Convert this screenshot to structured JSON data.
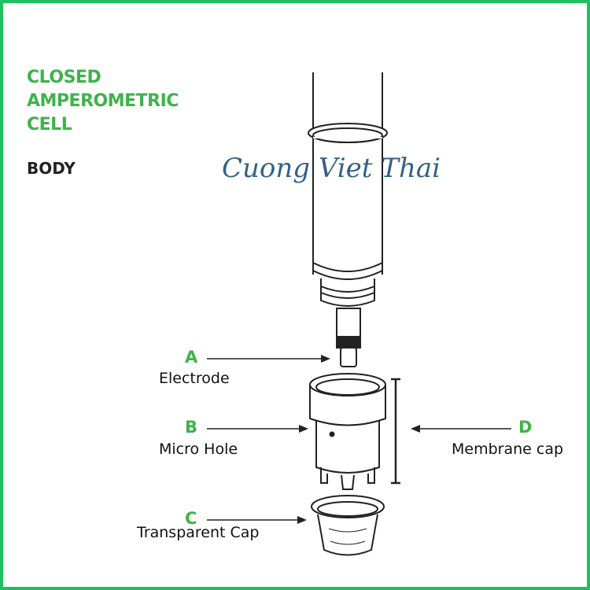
{
  "title": "CLOSED AMPEROMETRIC CELL",
  "title_lines": [
    "CLOSED",
    "AMPEROMETRIC",
    "CELL"
  ],
  "subtitle": "BODY",
  "parts": [
    {
      "letter": "A",
      "label": "Electrode"
    },
    {
      "letter": "B",
      "label": "Micro Hole"
    },
    {
      "letter": "C",
      "label": "Transparent Cap"
    },
    {
      "letter": "D",
      "label": "Membrane cap"
    }
  ],
  "watermark": "Cuong Viet Thai",
  "colors": {
    "accent": "#3db34a",
    "border": "#1ec15f",
    "watermark": "#1f4f7a"
  }
}
